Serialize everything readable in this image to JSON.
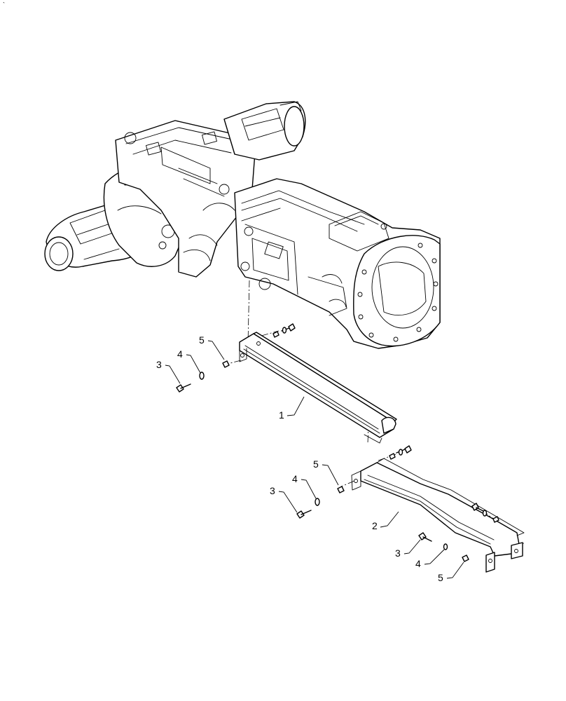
{
  "corner_mark": "`",
  "callouts": {
    "bracket_upper": "1",
    "bracket_lower": "2",
    "u_bolt_upper": "3",
    "u_washer_upper": "4",
    "u_nut_upper": "5",
    "m_bolt": "3",
    "m_washer": "4",
    "m_nut": "5",
    "l_bolt": "3",
    "l_washer": "4",
    "l_nut": "5"
  }
}
